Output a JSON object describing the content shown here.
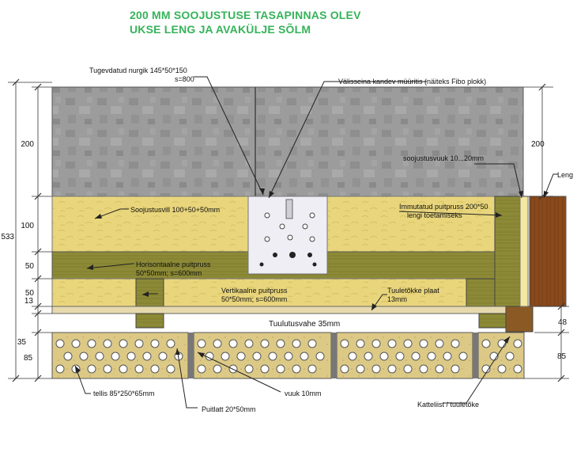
{
  "title": {
    "line1": "200 MM SOOJUSTUSE TASAPINNAS OLEV",
    "line2": "UKSE LENG JA AVAKÜLJE SÕLM"
  },
  "labels": {
    "nurgik_line1": "Tugevdatud nurgik 145*50*150",
    "nurgik_line2": "s=800",
    "wall": "Välisseina kandev müüritis (näiteks Fibo plokk)",
    "gap": "soojustusvuuk 10...20mm",
    "leng": "Leng",
    "soojustusvill": "Soojustusvill 100+50+50mm",
    "immutatud_line1": "Immutatud puitpruss 200*50",
    "immutatud_line2": "lengi toetamiseks",
    "horisontaalne_line1": "Horisontaalne puitpruss",
    "horisontaalne_line2": "50*50mm; s=600mm",
    "vertikaalne_line1": "Vertikaalne puitpruss",
    "vertikaalne_line2": "50*50mm; s=600mm",
    "tuuletokke_line1": "Tuuletõkke plaat",
    "tuuletokke_line2": "13mm",
    "tuulutusvahe": "Tuulutusvahe 35mm",
    "tellis": "tellis 85*250*65mm",
    "vuuk": "vuuk 10mm",
    "puitlatt": "Puitlatt 20*50mm",
    "katteliist": "Katteliist / tuuletõke"
  },
  "dimensions": {
    "left_200": "200",
    "left_100": "100",
    "left_50a": "50",
    "left_50b": "50",
    "left_13": "13",
    "left_35": "35",
    "left_85": "85",
    "total_533": "533",
    "right_200": "200",
    "right_48": "48",
    "right_85": "85"
  },
  "colors": {
    "title": "#35b35a",
    "concrete": "#9a9a9a",
    "insulation": "#e8d47a",
    "timber": "#8a8a2e",
    "wind_board": "#e6d9ad",
    "brick": "#d9c682",
    "frame": "#8a4a1c",
    "steel": "#f0f0f4",
    "line": "#333333"
  }
}
